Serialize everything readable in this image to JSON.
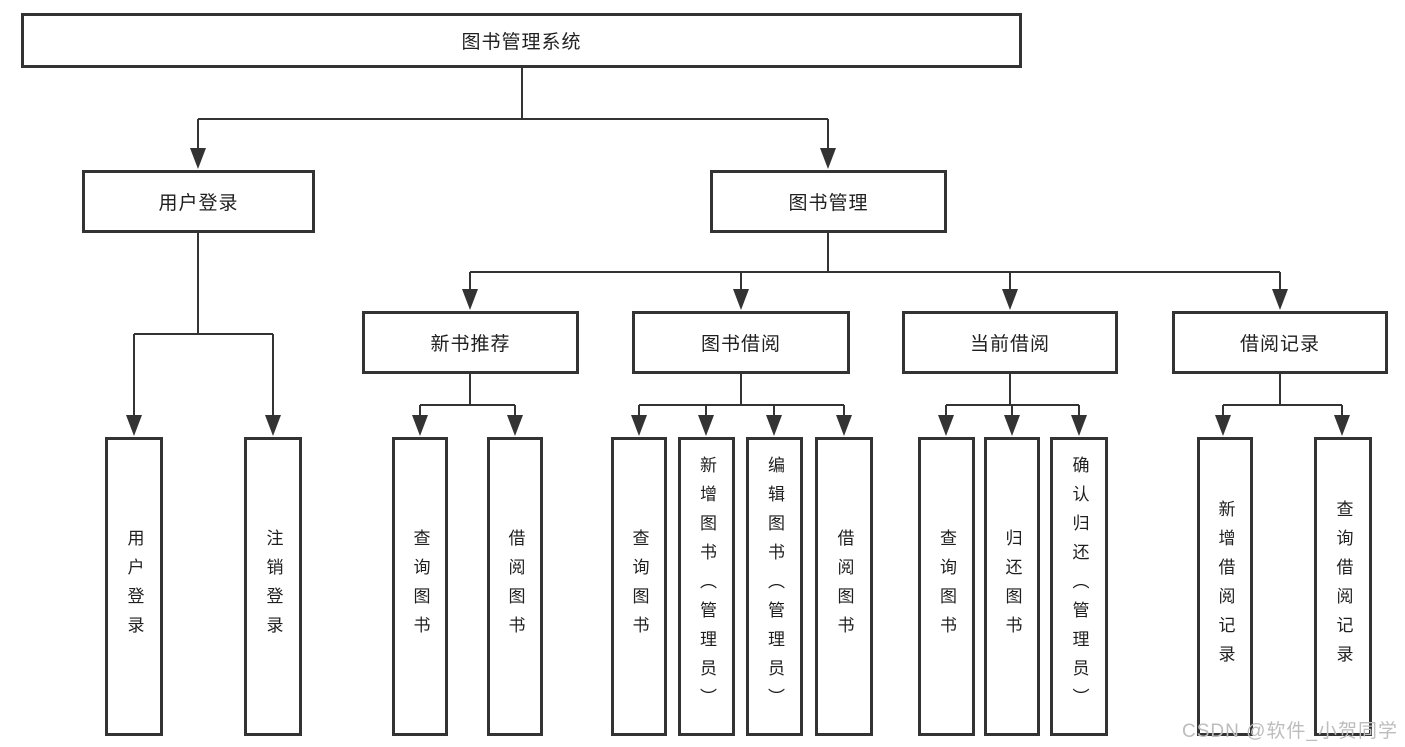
{
  "diagram": {
    "root": {
      "label": "图书管理系统"
    },
    "level2": [
      {
        "label": "用户登录"
      },
      {
        "label": "图书管理"
      }
    ],
    "level3": [
      {
        "label": "新书推荐"
      },
      {
        "label": "图书借阅"
      },
      {
        "label": "当前借阅"
      },
      {
        "label": "借阅记录"
      }
    ],
    "leaves": {
      "user_login": [
        {
          "label": "用户登录"
        },
        {
          "label": "注销登录"
        }
      ],
      "new_book_recommend": [
        {
          "label": "查询图书"
        },
        {
          "label": "借阅图书"
        }
      ],
      "book_borrow": [
        {
          "label": "查询图书"
        },
        {
          "label": "新增图书（管理员）"
        },
        {
          "label": "编辑图书（管理员）"
        },
        {
          "label": "借阅图书"
        }
      ],
      "current_borrow": [
        {
          "label": "查询图书"
        },
        {
          "label": "归还图书"
        },
        {
          "label": "确认归还（管理员）"
        }
      ],
      "borrow_records": [
        {
          "label": "新增借阅记录"
        },
        {
          "label": "查询借阅记录"
        }
      ]
    }
  },
  "watermark": {
    "text": "CSDN @软件_小贺同学"
  },
  "colors": {
    "line": "#333333",
    "box_border": "#333333",
    "text": "#1f1f1f",
    "watermark": "#bdbdbd",
    "background": "#ffffff"
  }
}
